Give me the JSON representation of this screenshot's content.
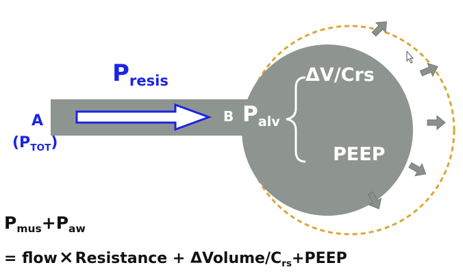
{
  "diagram": {
    "point_a": "A",
    "p_tot": {
      "main": "(P",
      "sub": "TOT",
      "close": ")"
    },
    "p_resis": {
      "main": "P",
      "sub": "resis"
    },
    "point_b": "B",
    "p_alv": {
      "main": "P",
      "sub": "alv"
    },
    "dv_crs": "ΔV/Crs",
    "peep": "PEEP"
  },
  "equation": {
    "line1": {
      "p1": "P",
      "s1": "mus",
      "plus": "+P",
      "s2": "aw"
    },
    "line2": {
      "pre": "= flow",
      "times": "×",
      "mid": "Resistance + ΔVolume/C",
      "sub": "rs",
      "post": "+PEEP"
    }
  },
  "colors": {
    "gray": "#8e9590",
    "blue": "#1a23e6",
    "dashed_circle": "#d9a733",
    "arrow": "#8a918c"
  }
}
